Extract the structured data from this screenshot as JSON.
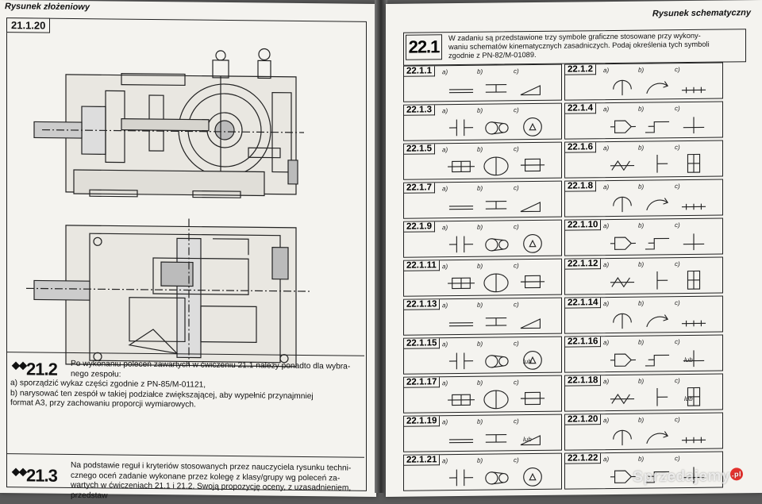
{
  "left_page": {
    "header": "Rysunek złożeniowy",
    "figure_label": "21.1.20",
    "exercises": [
      {
        "number": "21.2",
        "lines": [
          "Po wykonaniu poleceń zawartych w ćwiczeniu 21.1 należy ponadto dla wybra-",
          "nego zespołu:",
          "a)  sporządzić wykaz części zgodnie z PN-85/M-01121,",
          "b)  narysować ten zespół w takiej podziałce zwiększającej, aby wypełnić przynajmniej",
          "     format A3, przy zachowaniu proporcji wymiarowych."
        ]
      },
      {
        "number": "21.3",
        "lines": [
          "Na podstawie reguł i kryteriów stosowanych przez nauczyciela rysunku techni-",
          "cznego oceń zadanie wykonane przez kolegę z klasy/grupy wg poleceń za-",
          "wartych w ćwiczeniach 21.1 i 21.2. Swoją propozycję oceny, z uzasadnieniem, przedstaw"
        ]
      }
    ]
  },
  "right_page": {
    "header": "Rysunek schematyczny",
    "task_number": "22.1",
    "task_lines": [
      "W zadaniu są przedstawione trzy symbole graficzne stosowane przy wykony-",
      "waniu schematów kinematycznych zasadniczych. Podaj określenia tych symboli",
      "zgodnie z PN-82/M-01089."
    ],
    "option_labels": [
      "a)",
      "b)",
      "c)"
    ],
    "lub_text": "lub",
    "cells": [
      "22.1.1",
      "22.1.2",
      "22.1.3",
      "22.1.4",
      "22.1.5",
      "22.1.6",
      "22.1.7",
      "22.1.8",
      "22.1.9",
      "22.1.10",
      "22.1.11",
      "22.1.12",
      "22.1.13",
      "22.1.14",
      "22.1.15",
      "22.1.16",
      "22.1.17",
      "22.1.18",
      "22.1.19",
      "22.1.20",
      "22.1.21",
      "22.1.22"
    ]
  },
  "watermark": {
    "text": "Sprzedajemy",
    "badge": ".pl"
  },
  "colors": {
    "paper": "#f4f3ef",
    "ink": "#222222",
    "gutter": "#2e2e2e",
    "badge": "#e3312d"
  }
}
